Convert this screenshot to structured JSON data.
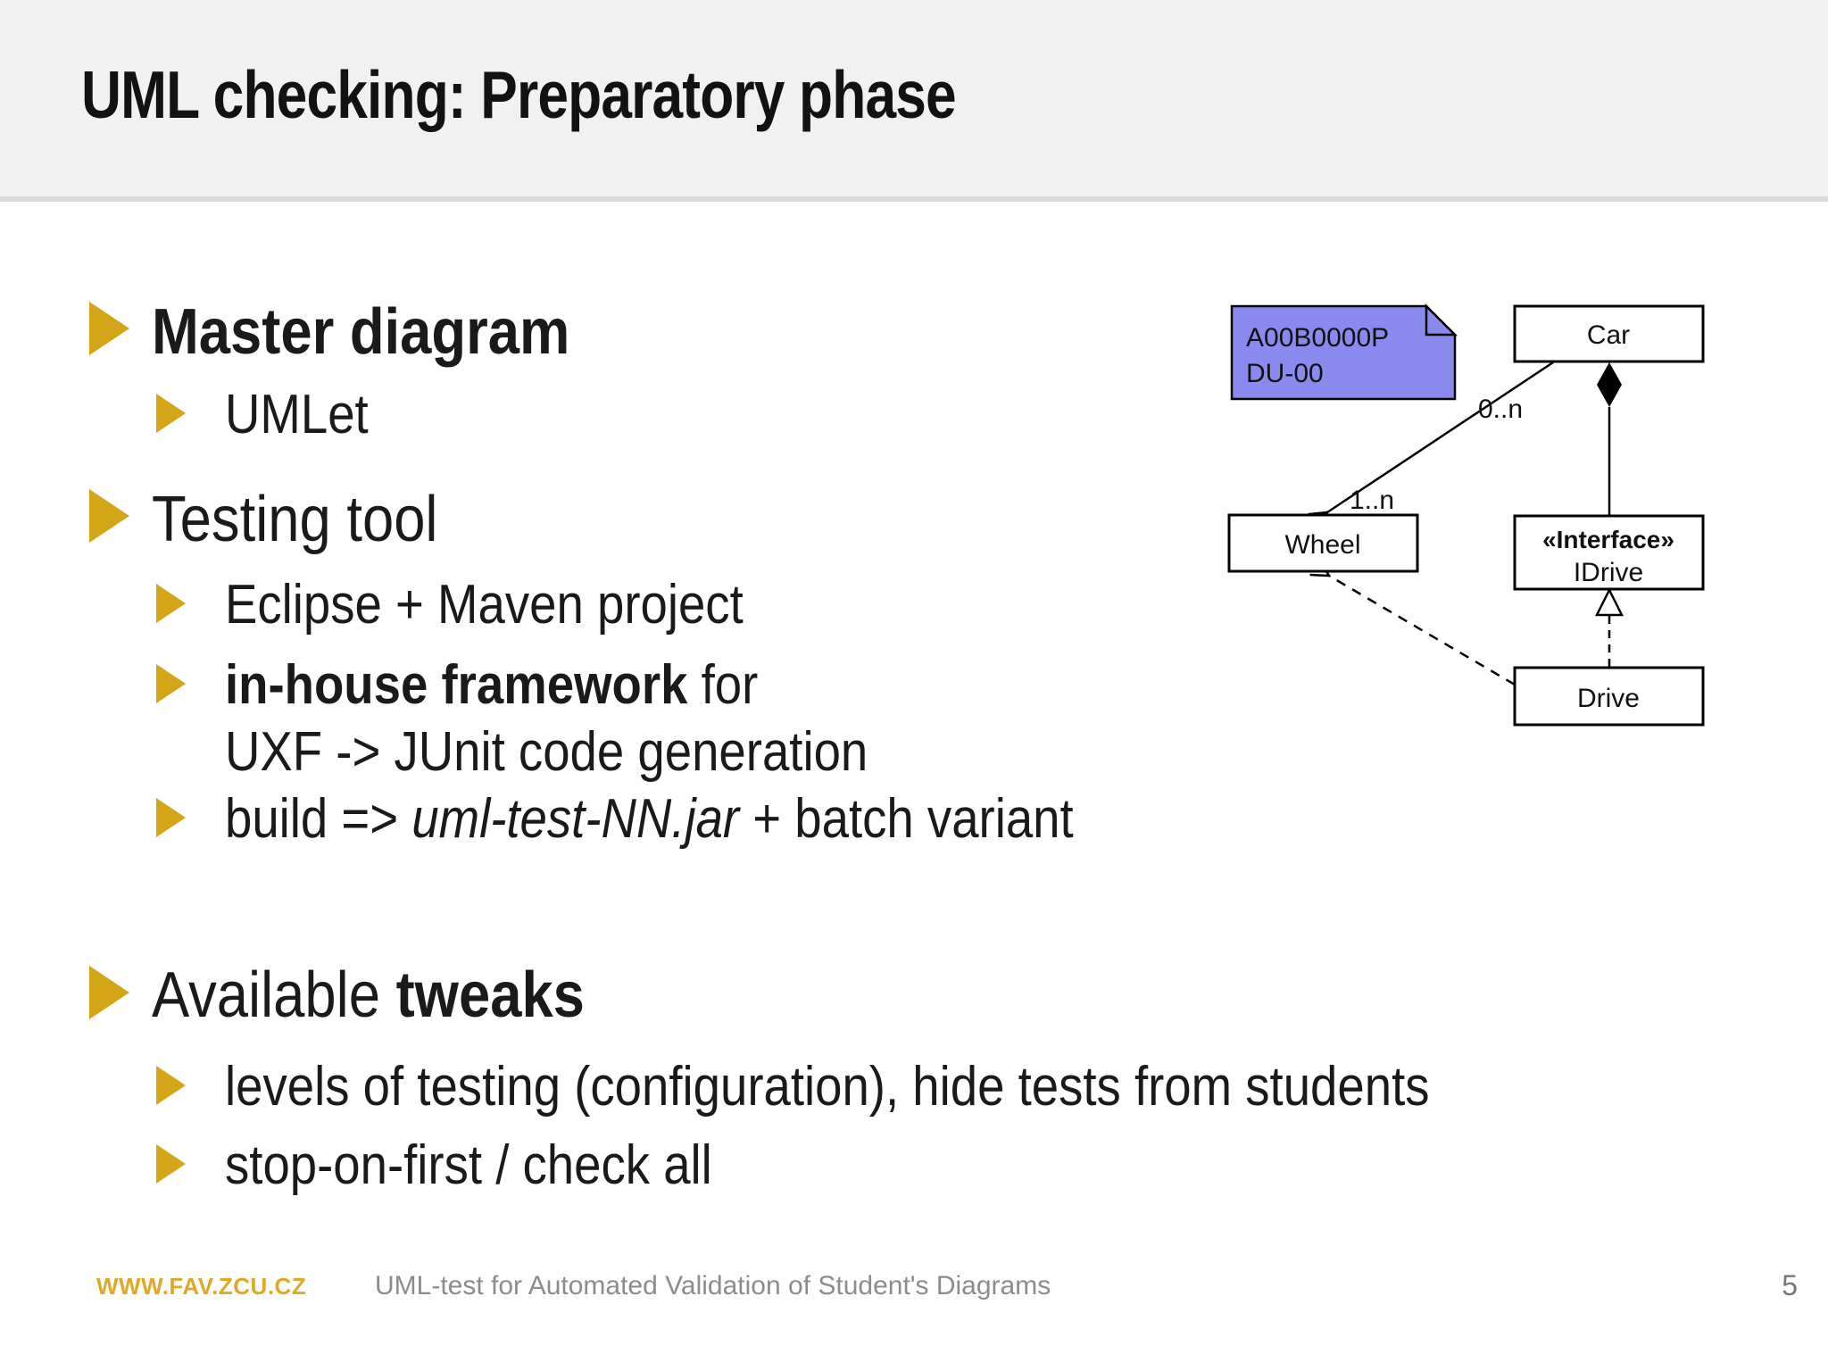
{
  "title": "UML checking: Preparatory phase",
  "bullets": {
    "master": "Master diagram",
    "umlet": "UMLet",
    "testing": "Testing tool",
    "eclipse": "Eclipse + Maven project",
    "inhouse_bold": "in-house framework",
    "inhouse_tail": " for",
    "inhouse_line2": "UXF -> JUnit code generation",
    "build_pre": "build => ",
    "build_em": "uml-test-NN.jar",
    "build_tail": " + batch variant",
    "tweaks_pre": "Available ",
    "tweaks_bold": "tweaks",
    "levels": "levels of testing (configuration), hide tests from students",
    "stop": "stop-on-first / check all"
  },
  "diagram": {
    "note_line1": "A00B0000P",
    "note_line2": "DU-00",
    "car": "Car",
    "wheel": "Wheel",
    "iface_stereo": "«Interface»",
    "iface_name": "IDrive",
    "drive": "Drive",
    "mult_car_end": "0..n",
    "mult_wheel_end": "1..n"
  },
  "footer": {
    "url": "WWW.FAV.ZCU.CZ",
    "caption": "UML-test for Automated Validation of Student's Diagrams",
    "page": "5"
  },
  "colors": {
    "accent_gold": "#D4A517",
    "footer_gold": "#E0A826",
    "note_blue": "#8a8aee",
    "header_bg": "#f1f1f1",
    "header_border": "#d9d9d9",
    "footer_gray": "#8c8c8c"
  }
}
